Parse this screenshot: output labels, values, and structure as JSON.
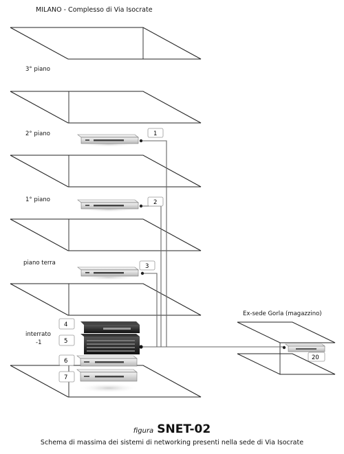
{
  "title": "MILANO - Complesso di Via Isocrate",
  "floors": [
    {
      "label": "3° piano"
    },
    {
      "label": "2° piano",
      "switch": {
        "port_number": "1"
      }
    },
    {
      "label": "1° piano",
      "switch": {
        "port_number": "2"
      }
    },
    {
      "label": "piano terra",
      "switch": {
        "port_number": "3"
      }
    },
    {
      "label": "interrato",
      "sublabel": "-1",
      "devices": [
        "4",
        "5",
        "6",
        "7"
      ]
    }
  ],
  "remote_site": {
    "label": "Ex-sede Gorla (magazzino)",
    "device_number": "20"
  },
  "caption": {
    "figure_word": "figura",
    "figure_id": "SNET-02",
    "text": "Schema di massima dei sistemi di networking presenti nella sede di Via Isocrate"
  }
}
